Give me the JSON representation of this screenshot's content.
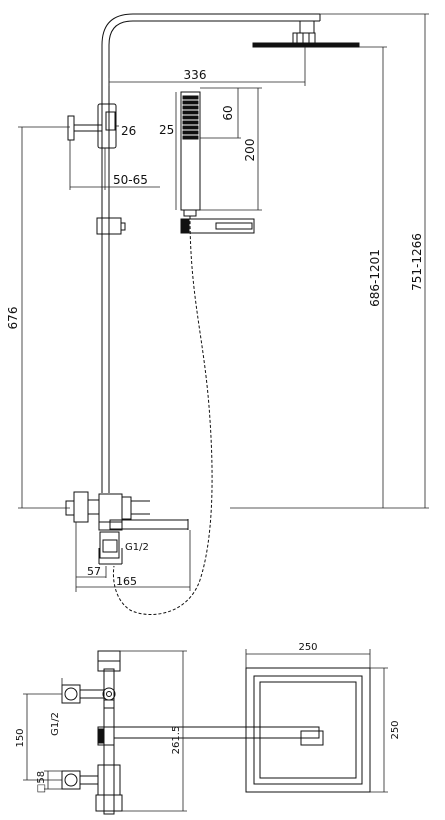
{
  "diagram": {
    "type": "technical-drawing",
    "subject": "shower column with tub spout",
    "dimensions_side_view": {
      "arm_reach": "336",
      "handshower_head": "60",
      "handshower_total": "200",
      "handshower_width": "25",
      "wall_bracket": "26",
      "bracket_offset": "50-65",
      "mixer_to_bracket": "676",
      "mixer_to_arm": "686-1201",
      "overall_height": "751-1266",
      "inlet_thread": "G1/2",
      "mixer_depth": "57",
      "spout_reach": "165"
    },
    "dimensions_front_view": {
      "inlet_thread": "G1/2",
      "inlet_centers": "150",
      "mixer_square": "□58",
      "column_height": "261.5"
    },
    "dimensions_head_view": {
      "head_width": "250",
      "head_depth": "250"
    }
  }
}
